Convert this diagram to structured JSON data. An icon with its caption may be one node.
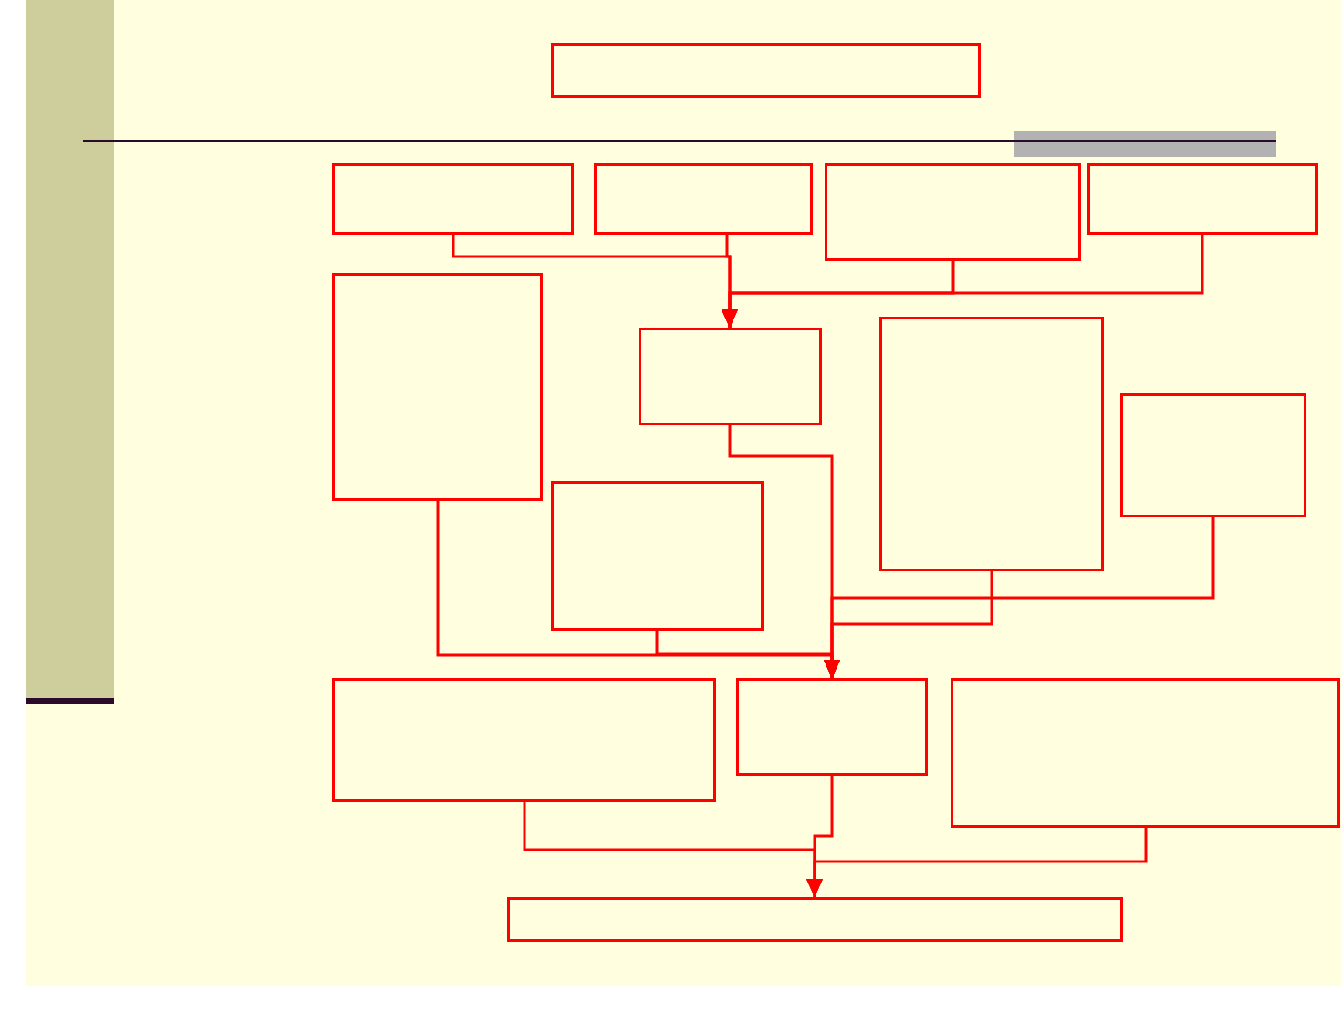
{
  "diagram": {
    "nodes": [
      {
        "text": [],
        "shape": "box"
      },
      {
        "text": [],
        "shape": "box"
      },
      {
        "text": [],
        "shape": "box"
      },
      {
        "text": [],
        "shape": "box"
      },
      {
        "text": [],
        "shape": "box"
      },
      {
        "text": [],
        "shape": "box"
      },
      {
        "text": [],
        "shape": "box"
      },
      {
        "text": [],
        "shape": "box"
      },
      {
        "text": [],
        "shape": "box"
      },
      {
        "text": [],
        "shape": "box"
      },
      {
        "text": [],
        "shape": "box"
      },
      {
        "text": [],
        "shape": "box"
      },
      {
        "text": [],
        "shape": "box"
      },
      {
        "text": [],
        "shape": "box"
      }
    ],
    "edges": [
      {
        "from": 1,
        "to": 6,
        "arrow": "to"
      },
      {
        "from": 2,
        "to": 6,
        "arrow": "to"
      },
      {
        "from": 3,
        "to": 6,
        "arrow": "to"
      },
      {
        "from": 4,
        "to": 6,
        "arrow": "to"
      },
      {
        "from": 6,
        "to": 11,
        "arrow": "to"
      },
      {
        "from": 5,
        "to": 11,
        "arrow": "to"
      },
      {
        "from": 9,
        "to": 11,
        "arrow": "to"
      },
      {
        "from": 7,
        "to": 11,
        "arrow": "to"
      },
      {
        "from": 8,
        "to": 11,
        "arrow": "to"
      },
      {
        "from": 10,
        "to": 13,
        "arrow": "to"
      },
      {
        "from": 11,
        "to": 13,
        "arrow": "to"
      },
      {
        "from": 12,
        "to": 13,
        "arrow": "to"
      }
    ]
  }
}
